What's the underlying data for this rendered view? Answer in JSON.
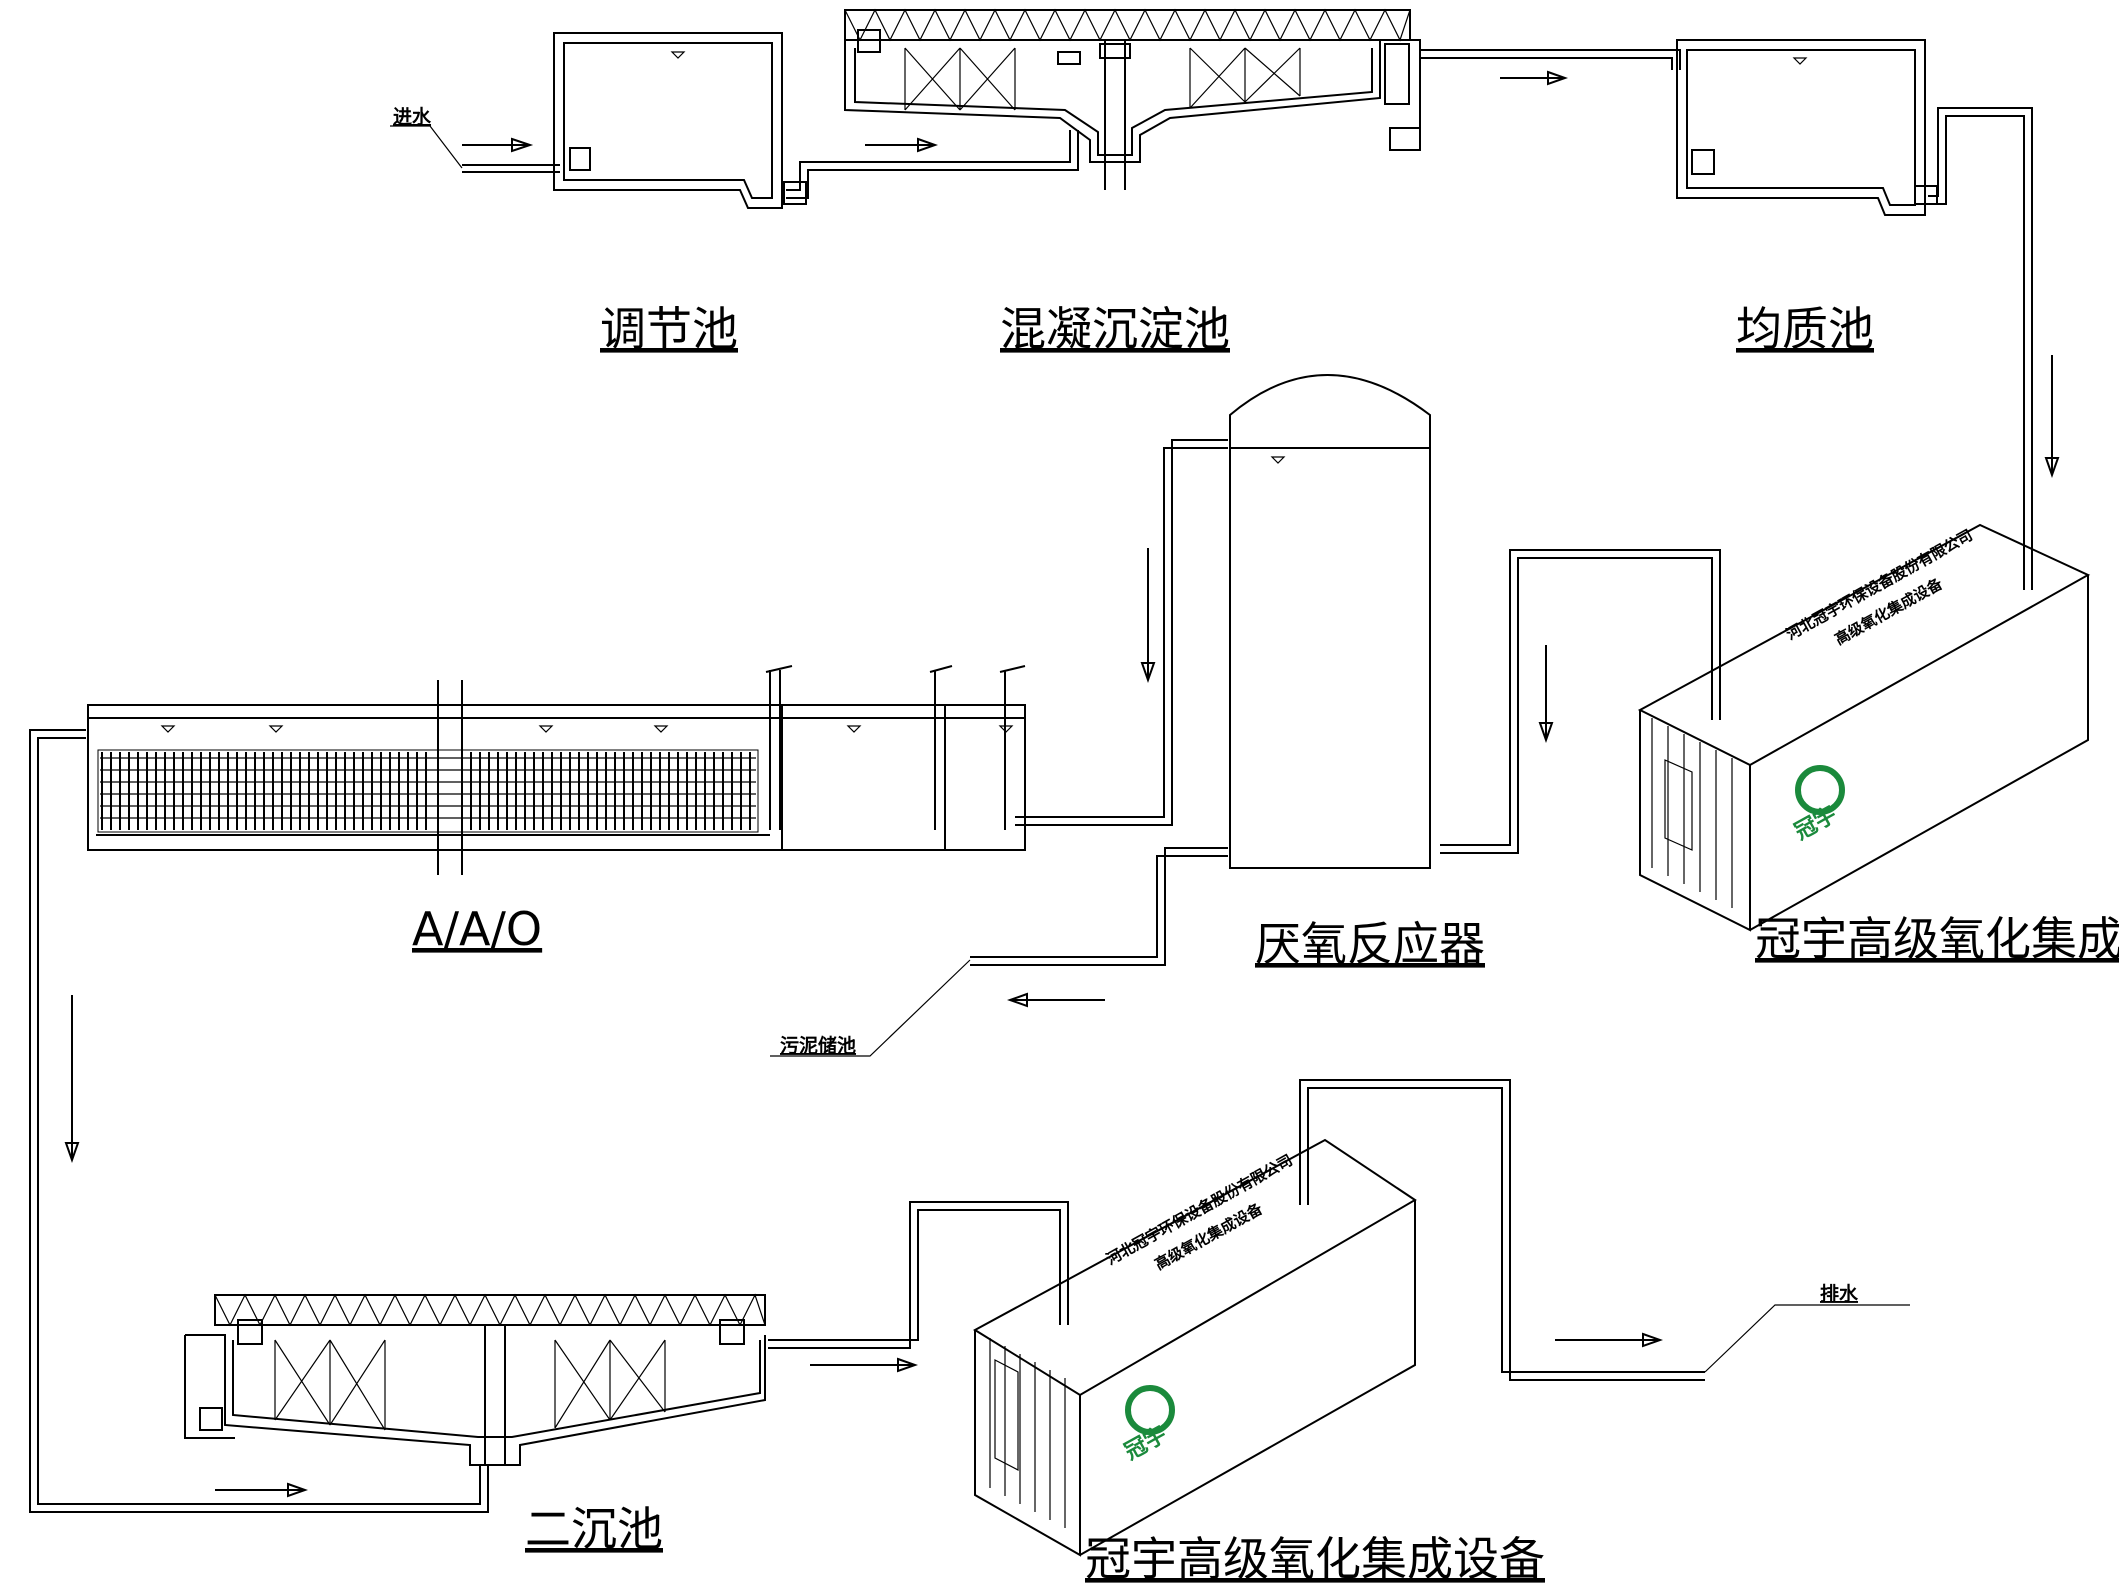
{
  "labels": {
    "regulating_tank": "调节池",
    "coagulation_tank": "混凝沉淀池",
    "equalization_tank": "均质池",
    "anaerobic_reactor": "厌氧反应器",
    "aao": "A/A/O",
    "secondary_clarifier": "二沉池",
    "oxidation_equipment_1": "冠宇高级氧化集成设备",
    "oxidation_equipment_2": "冠宇高级氧化集成设备",
    "water_inlet": "进水",
    "water_outlet": "排水",
    "sludge_tank": "污泥储池"
  },
  "container": {
    "company": "河北冠宇环保设备股份有限公司",
    "product": "高级氧化集成设备",
    "logo": "冠宇"
  },
  "colors": {
    "line": "#000000",
    "logo": "#1b8a3c"
  }
}
